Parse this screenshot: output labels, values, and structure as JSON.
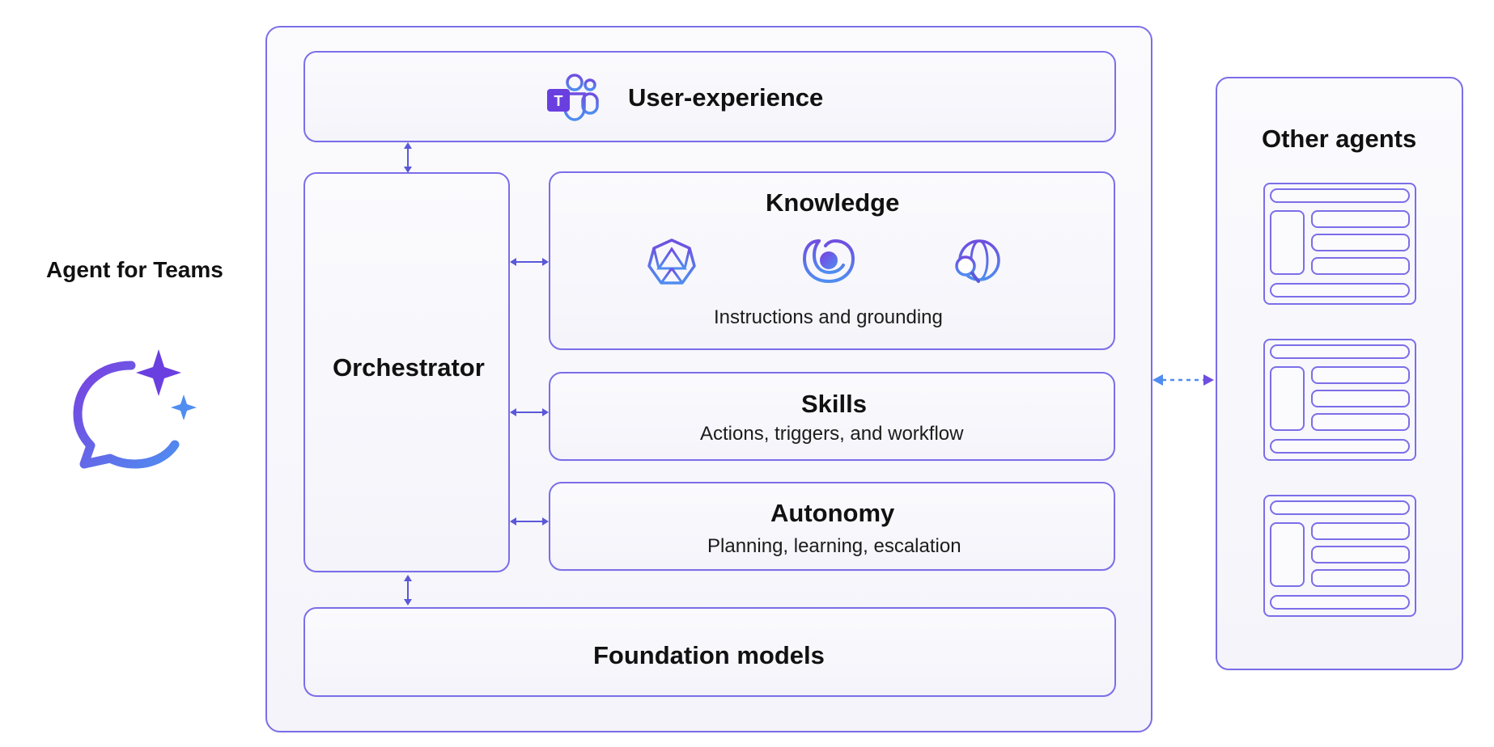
{
  "left_agent": {
    "label": "Agent for Teams",
    "icon": "copilot-chat-sparkle-icon"
  },
  "user_experience": {
    "title": "User-experience",
    "icon": "teams-icon"
  },
  "orchestrator": {
    "title": "Orchestrator"
  },
  "knowledge": {
    "title": "Knowledge",
    "subtitle": "Instructions and grounding",
    "icons": [
      "knowledge-graph-icon",
      "dataverse-icon",
      "web-search-icon"
    ]
  },
  "skills": {
    "title": "Skills",
    "subtitle": "Actions, triggers, and workflow"
  },
  "autonomy": {
    "title": "Autonomy",
    "subtitle": "Planning, learning, escalation"
  },
  "foundation": {
    "title": "Foundation models"
  },
  "other_agents": {
    "title": "Other agents",
    "count": 3
  },
  "colors": {
    "accent_purple": "#6f4ee0",
    "accent_blue": "#4f8df0",
    "border": "#7b6ee8"
  }
}
